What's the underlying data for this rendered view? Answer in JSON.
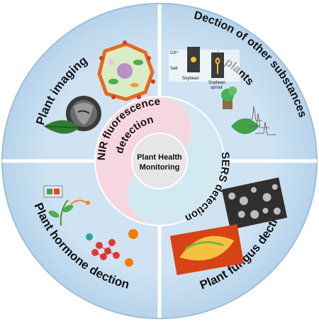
{
  "center": {
    "line1": "Plant Health",
    "line2": "Monitoring"
  },
  "inner_ring": {
    "nir": {
      "line1": "NIR fluorescence",
      "line2": "detection"
    },
    "sers": "SERS detection"
  },
  "quadrants": {
    "top_left": "Plant imaging",
    "top_right": {
      "line1": "Dection of other substances",
      "line2": "in plants"
    },
    "bottom_left": "Plant hormone dection",
    "bottom_right": "Plant fungus dection"
  },
  "inset_labels": {
    "soybean": "Soybean",
    "soybean_sprout": {
      "line1": "Soybean",
      "line2": "sprout"
    },
    "salt": "Salt",
    "cd": "Cd²⁺"
  },
  "colors": {
    "outer_fill": "#c9dff0",
    "outer_edge": "#9dbfdc",
    "nir_fill": "#f7d7df",
    "sers_fill": "#d3e9f2",
    "center_fill": "#e6e6e6",
    "text": "#111111"
  }
}
